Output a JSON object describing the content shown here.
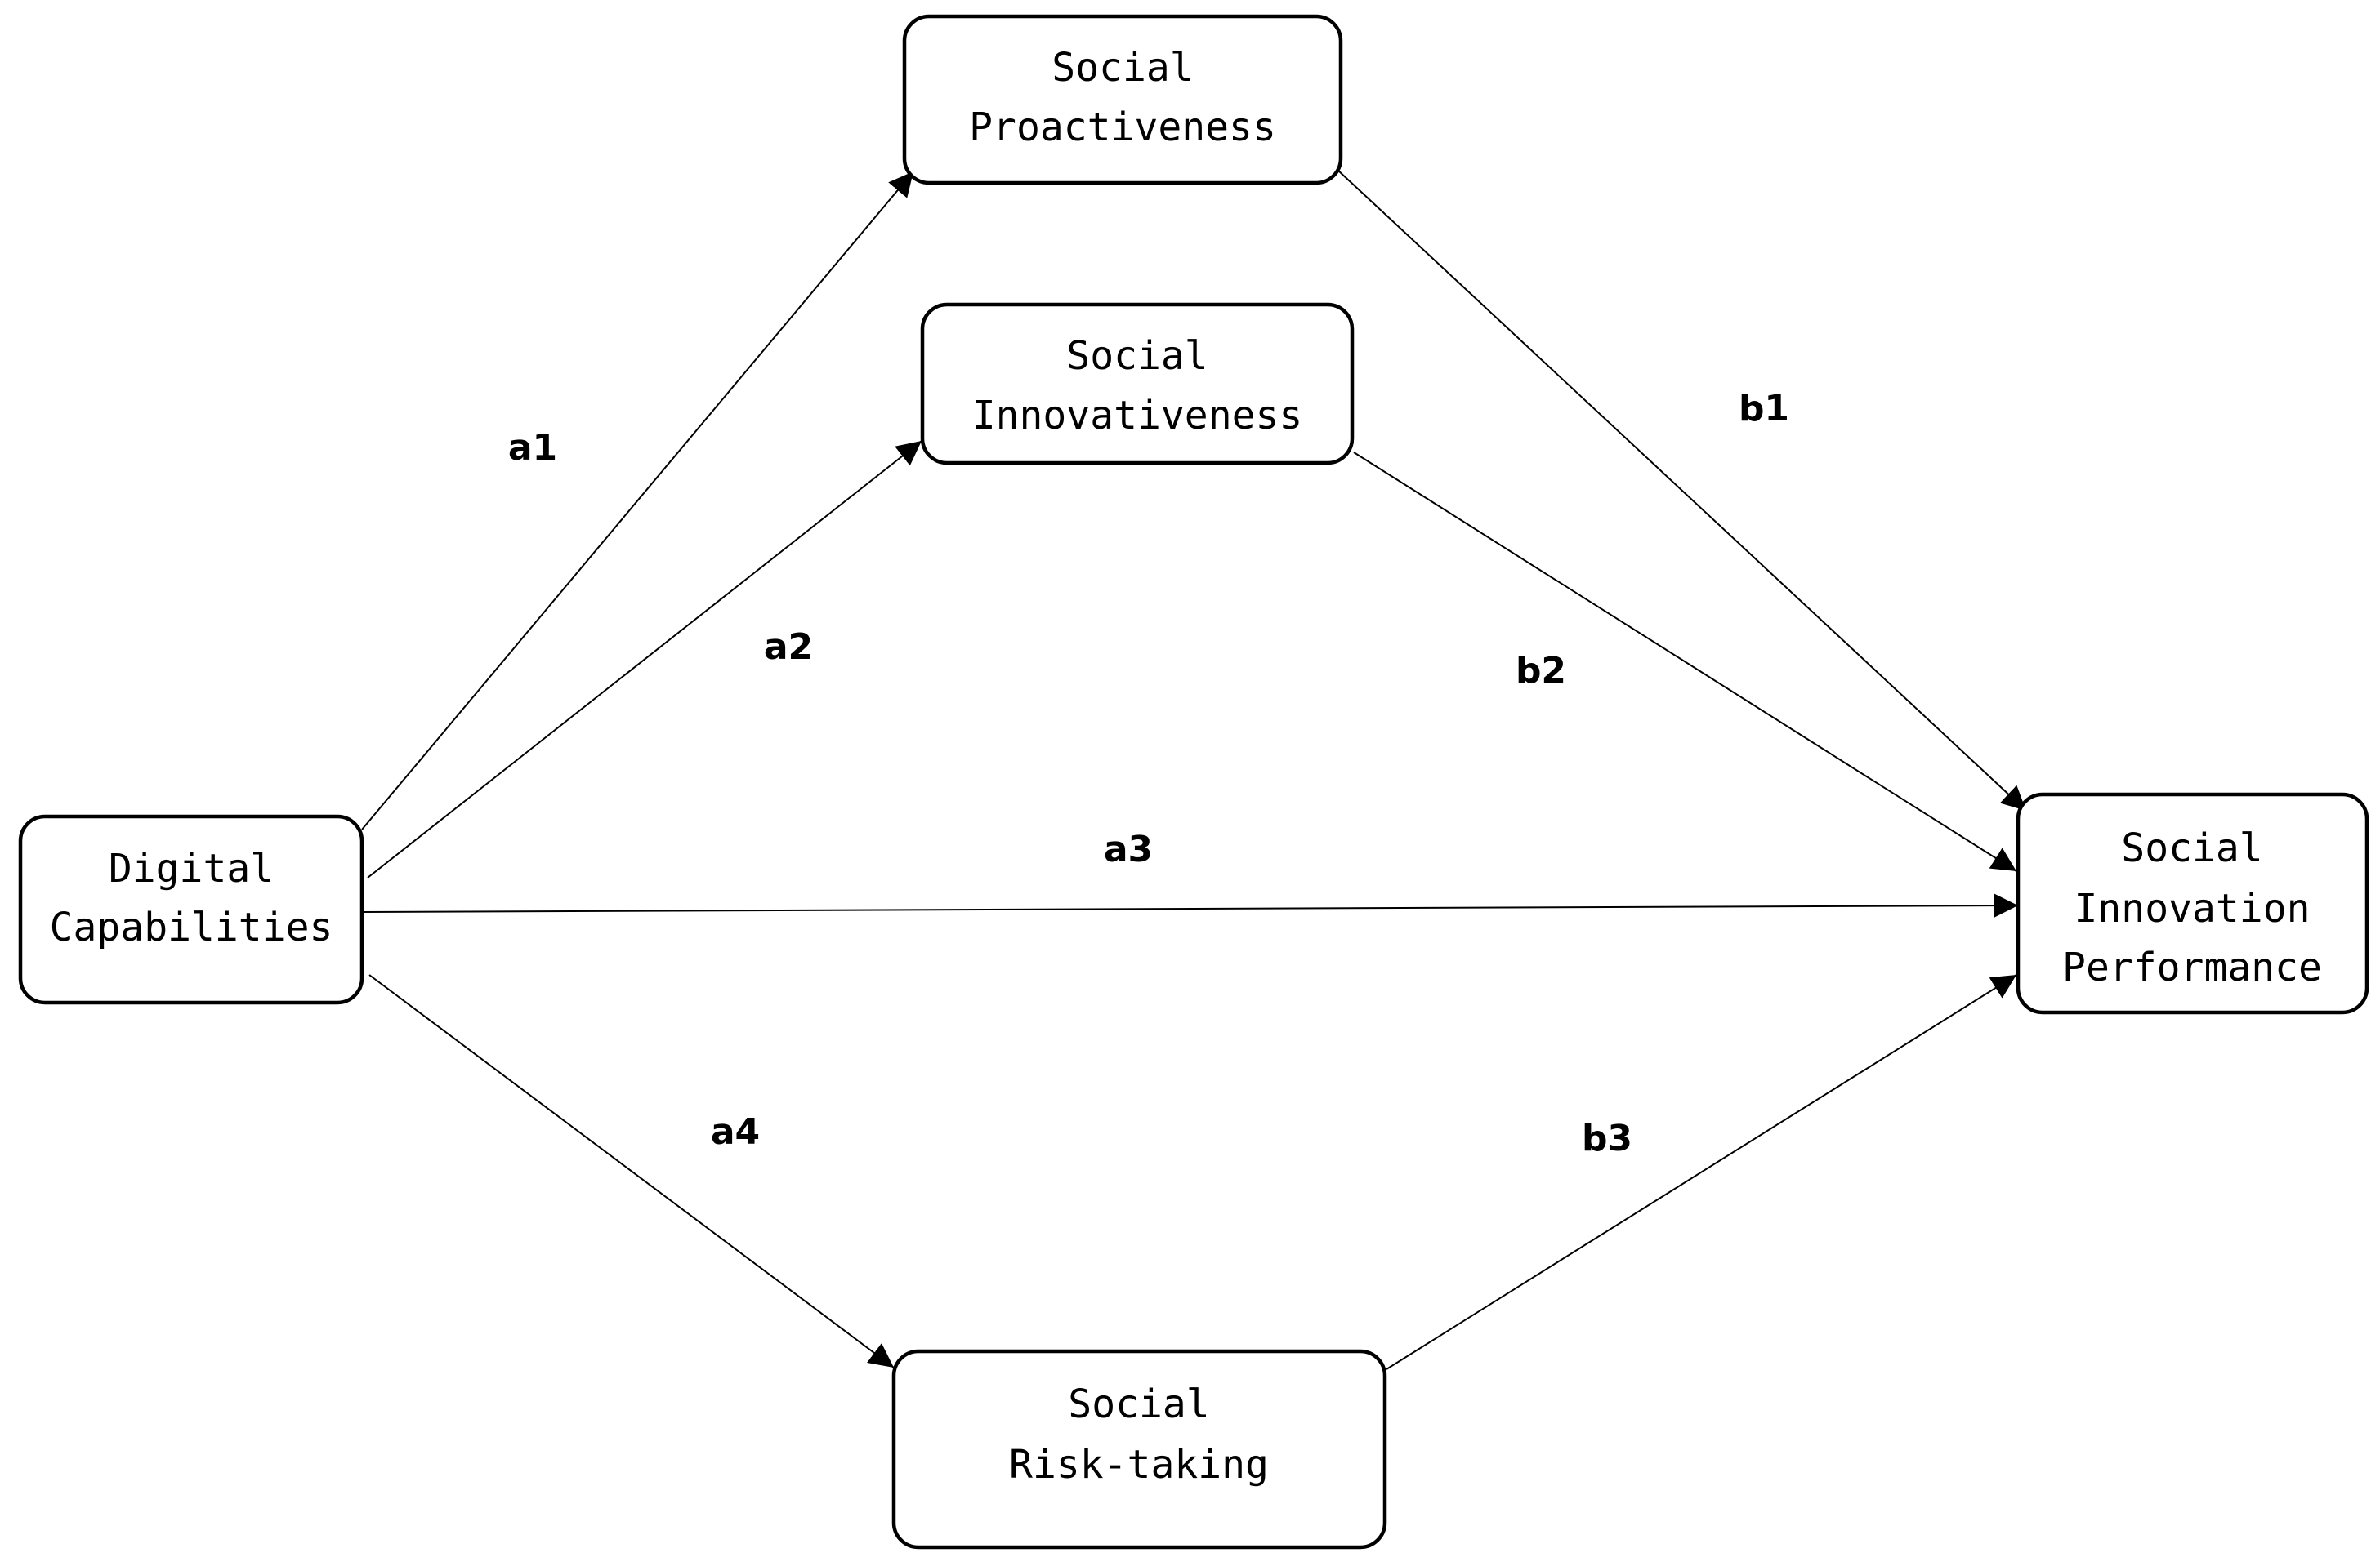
{
  "nodes": {
    "digital_capabilities": {
      "lines": [
        "Digital",
        "Capabilities"
      ]
    },
    "social_proactiveness": {
      "lines": [
        "Social",
        "Proactiveness"
      ]
    },
    "social_innovativeness": {
      "lines": [
        "Social",
        "Innovativeness"
      ]
    },
    "social_risk_taking": {
      "lines": [
        "Social",
        "Risk-taking"
      ]
    },
    "social_innovation_performance": {
      "lines": [
        "Social",
        "Innovation",
        "Performance"
      ]
    }
  },
  "edges": {
    "a1": {
      "label": "a1",
      "from": "Digital Capabilities",
      "to": "Social Proactiveness"
    },
    "a2": {
      "label": "a2",
      "from": "Digital Capabilities",
      "to": "Social Innovativeness"
    },
    "a3": {
      "label": "a3",
      "from": "Digital Capabilities",
      "to": "Social Innovation Performance"
    },
    "a4": {
      "label": "a4",
      "from": "Digital Capabilities",
      "to": "Social Risk-taking"
    },
    "b1": {
      "label": "b1",
      "from": "Social Proactiveness",
      "to": "Social Innovation Performance"
    },
    "b2": {
      "label": "b2",
      "from": "Social Innovativeness",
      "to": "Social Innovation Performance"
    },
    "b3": {
      "label": "b3",
      "from": "Social Risk-taking",
      "to": "Social Innovation Performance"
    }
  }
}
